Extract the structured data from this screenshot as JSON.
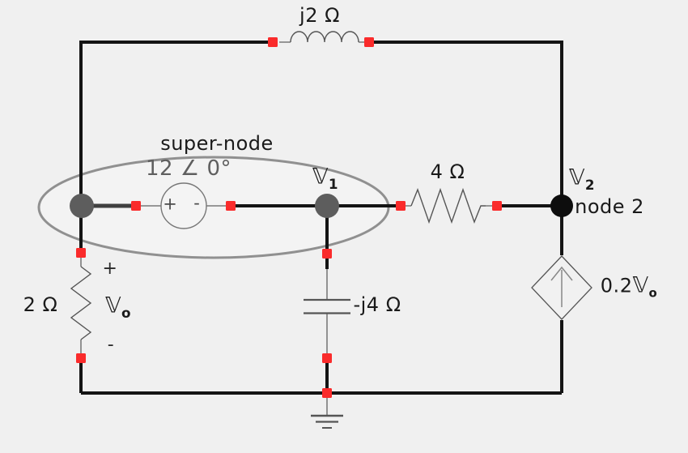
{
  "title": "super-node circuit diagram",
  "colors": {
    "background": "#f0f0f0",
    "wire": "#141414",
    "stub": "#3f3f3f",
    "lead": "#606060",
    "terminal": "#fa2b2b",
    "node_gray": "#5d5d5d",
    "node_black": "#0d0d0d",
    "ellipse_stroke": "#909090",
    "component_stroke": "#555555",
    "text": "#1a1a1a",
    "text_muted": "#5f5f5f"
  },
  "labels": {
    "inductor": "j2 Ω",
    "supernode": "super-node",
    "source_value": "12 ∠ 0°",
    "source_plus": "+",
    "source_minus": "-",
    "res4": "4 Ω",
    "res2": "2 Ω",
    "cap": "-j4 Ω",
    "node2": "node 2",
    "v1": {
      "sym": "𝕍",
      "sub": "1"
    },
    "v2": {
      "sym": "𝕍",
      "sub": "2"
    },
    "vo": {
      "sym": "𝕍",
      "sub": "o"
    },
    "vo_plus": "+",
    "vo_minus": "-",
    "dep": {
      "prefix": "0.2",
      "sym": "𝕍",
      "sub": "o"
    }
  },
  "components": [
    {
      "type": "inductor",
      "value": "j2 Ω",
      "position": "top branch"
    },
    {
      "type": "independent-voltage-source",
      "value": "12 ∠ 0°",
      "polarity": "+ left, - right",
      "position": "inside super-node"
    },
    {
      "type": "resistor",
      "value": "4 Ω",
      "position": "middle branch between V1 and V2"
    },
    {
      "type": "resistor",
      "value": "2 Ω",
      "voltage_across": "Vo (+ top, - bottom)",
      "position": "left branch"
    },
    {
      "type": "capacitor",
      "value": "-j4 Ω",
      "position": "middle vertical branch below V1"
    },
    {
      "type": "dependent-current-source",
      "value": "0.2 Vo",
      "arrow_direction": "up",
      "position": "right branch below V2"
    },
    {
      "type": "ground",
      "position": "bottom middle"
    }
  ]
}
